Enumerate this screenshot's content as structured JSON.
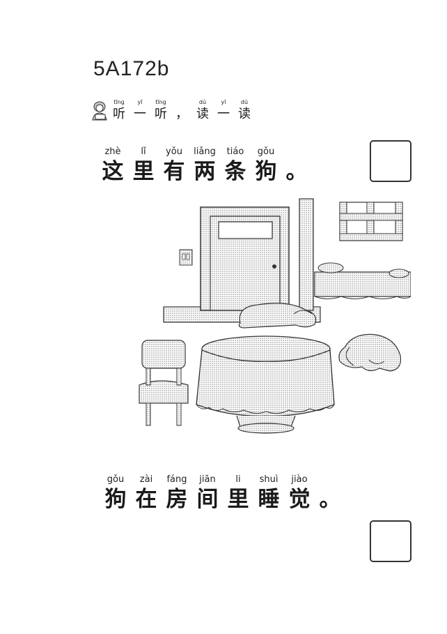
{
  "page_code": "5A172b",
  "instruction": {
    "icon": "reading-child-icon",
    "words": [
      {
        "py": "tīng",
        "hz": "听"
      },
      {
        "py": "yī",
        "hz": "一"
      },
      {
        "py": "tīng",
        "hz": "听"
      },
      {
        "py": "",
        "hz": "，"
      },
      {
        "py": "dú",
        "hz": "读"
      },
      {
        "py": "yī",
        "hz": "一"
      },
      {
        "py": "dú",
        "hz": "读"
      }
    ]
  },
  "sentence1": [
    {
      "py": "zhè",
      "hz": "这"
    },
    {
      "py": "lǐ",
      "hz": "里"
    },
    {
      "py": "yǒu",
      "hz": "有"
    },
    {
      "py": "liǎng",
      "hz": "两"
    },
    {
      "py": "tiáo",
      "hz": "条"
    },
    {
      "py": "gǒu",
      "hz": "狗"
    },
    {
      "py": "",
      "hz": "。"
    }
  ],
  "sentence2": [
    {
      "py": "gǒu",
      "hz": "狗"
    },
    {
      "py": "zài",
      "hz": "在"
    },
    {
      "py": "fáng",
      "hz": "房"
    },
    {
      "py": "jiān",
      "hz": "间"
    },
    {
      "py": "li",
      "hz": "里"
    },
    {
      "py": "shuì",
      "hz": "睡"
    },
    {
      "py": "jiào",
      "hz": "觉"
    },
    {
      "py": "",
      "hz": "。"
    }
  ],
  "colors": {
    "ink": "#1a1a1a",
    "shade": "#c8c8c8",
    "shade_dark": "#9a9a9a"
  }
}
